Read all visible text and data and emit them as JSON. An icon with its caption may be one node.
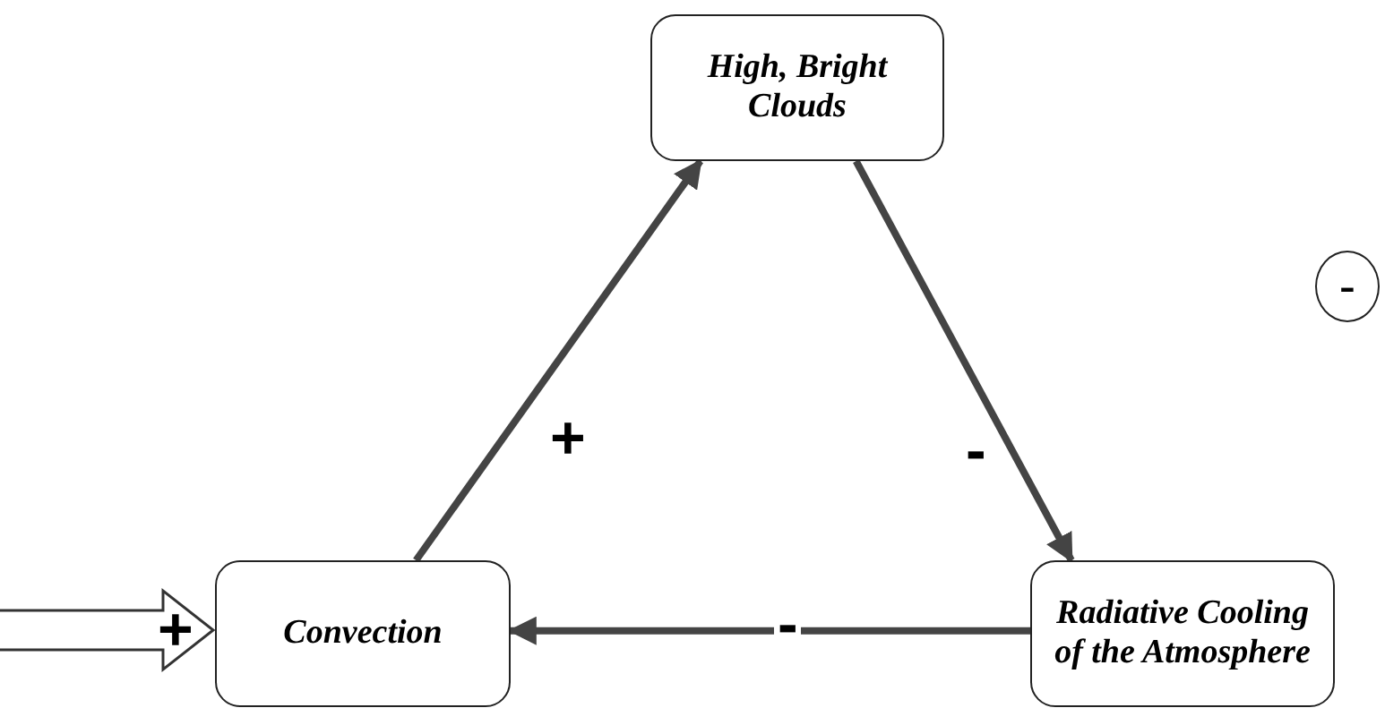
{
  "diagram": {
    "nodes": [
      {
        "text": [
          "High, Bright Clouds"
        ]
      },
      {
        "text": [
          "Radiative Cooling of the Atmosphere"
        ]
      },
      {
        "text": [
          "Convection"
        ]
      },
      {
        "text": [
          "-"
        ]
      }
    ],
    "edges": [
      {
        "from": 2,
        "to": 0,
        "arrow": "to",
        "label": "+"
      },
      {
        "from": 0,
        "to": 1,
        "arrow": "to",
        "label": "-"
      },
      {
        "from": 1,
        "to": 2,
        "arrow": "to",
        "label": "-"
      },
      {
        "from": null,
        "to": 2,
        "arrow": "to",
        "label": "+",
        "style": "thick"
      }
    ]
  }
}
